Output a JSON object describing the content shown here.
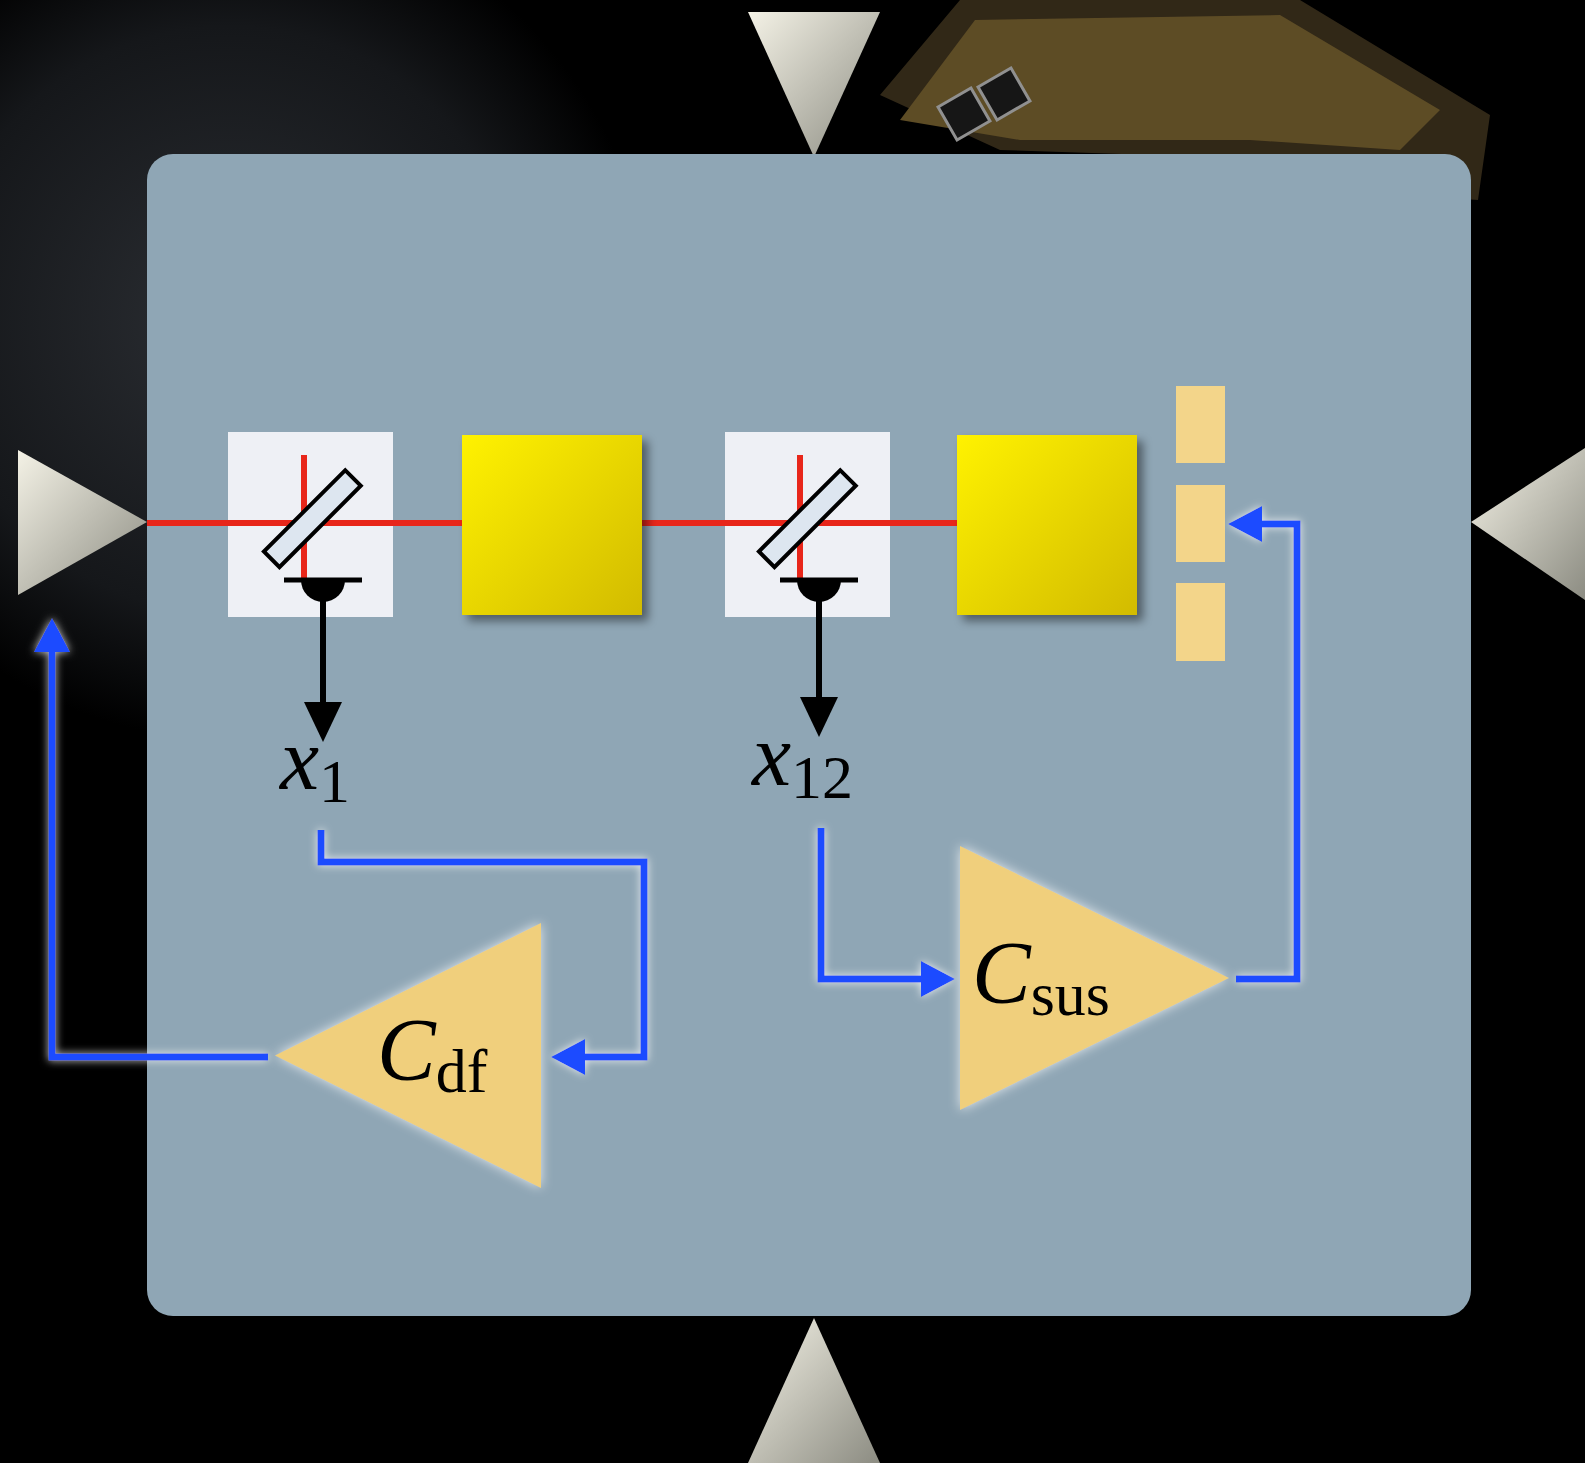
{
  "diagram": {
    "nodes": [
      {
        "text": [
          "C",
          "df"
        ]
      },
      {
        "text": [
          "C",
          "sus"
        ]
      }
    ],
    "labels": [
      "x",
      "1",
      "x",
      "12"
    ]
  }
}
